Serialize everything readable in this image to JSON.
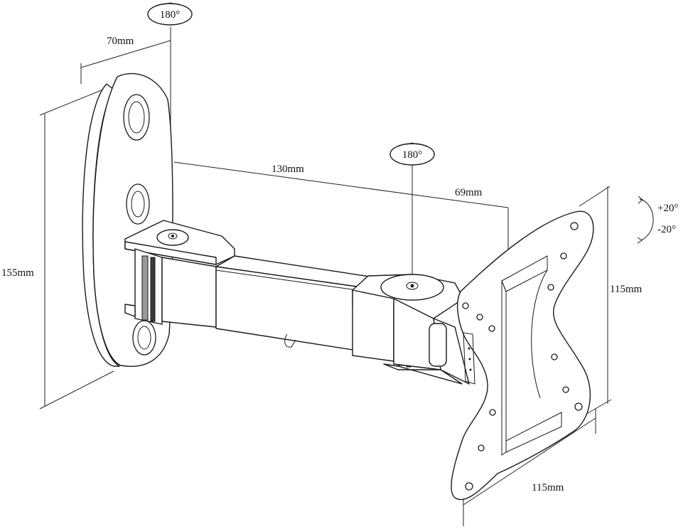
{
  "diagram": {
    "labels": {
      "wall_rotation": "180°",
      "wall_width": "70mm",
      "wall_height": "155mm",
      "arm_length": "130mm",
      "arm_rotation": "180°",
      "head_offset": "69mm",
      "tilt_up": "+20°",
      "tilt_down": "-20°",
      "vesa_height": "115mm",
      "vesa_width": "115mm"
    },
    "colors": {
      "line": "#1a1a1a",
      "shade": "#9a9a9a",
      "background": "#ffffff"
    }
  }
}
